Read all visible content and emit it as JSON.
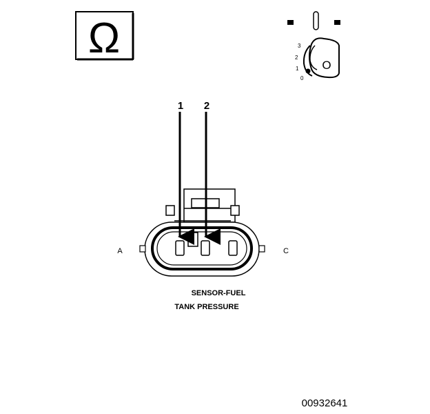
{
  "ohm_symbol": {
    "icon": "ohm-icon",
    "glyph": "Ω"
  },
  "ignition_key": {
    "icon": "ignition-key-icon",
    "positions": [
      "3",
      "2",
      "1",
      "0"
    ],
    "key_letter": "O"
  },
  "pin_numbers": [
    "1",
    "2"
  ],
  "cavity_labels": {
    "left": "A",
    "right": "C"
  },
  "component_name": [
    "SENSOR-FUEL",
    "TANK PRESSURE"
  ],
  "figure_id": "00932641"
}
